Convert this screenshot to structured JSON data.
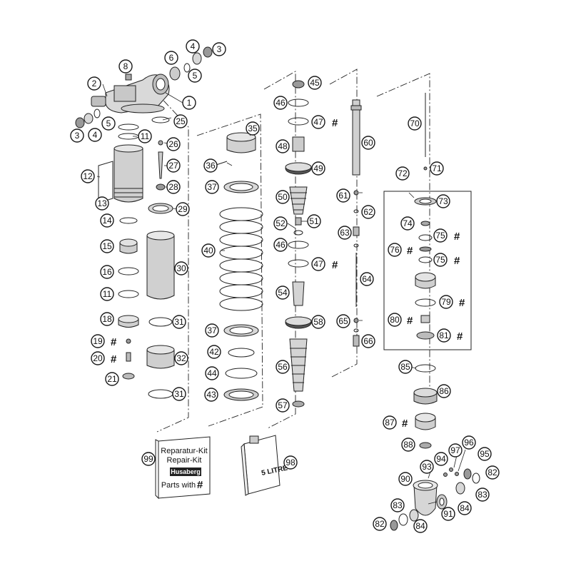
{
  "diagram": {
    "title": "Shock absorber exploded view",
    "kit": {
      "line1": "Reparatur-Kit",
      "line2": "Repair-Kit",
      "brand": "Husaberg",
      "line3": "Parts with",
      "symbol": "#"
    },
    "oil_can": {
      "label": "5 LITRE",
      "side_label": "5 LITRE"
    },
    "hash_symbol": "#",
    "callouts": [
      "1",
      "2",
      "3",
      "3",
      "4",
      "4",
      "5",
      "5",
      "6",
      "8",
      "11",
      "11",
      "12",
      "13",
      "14",
      "15",
      "16",
      "18",
      "19",
      "20",
      "21",
      "25",
      "26",
      "27",
      "28",
      "29",
      "30",
      "31",
      "31",
      "32",
      "35",
      "36",
      "37",
      "37",
      "40",
      "42",
      "43",
      "44",
      "45",
      "46",
      "46",
      "47",
      "47",
      "48",
      "49",
      "50",
      "51",
      "52",
      "54",
      "56",
      "57",
      "58",
      "60",
      "61",
      "62",
      "63",
      "64",
      "65",
      "66",
      "70",
      "71",
      "72",
      "73",
      "74",
      "75",
      "75",
      "76",
      "79",
      "80",
      "81",
      "82",
      "82",
      "83",
      "83",
      "84",
      "84",
      "85",
      "86",
      "87",
      "88",
      "90",
      "91",
      "93",
      "94",
      "95",
      "96",
      "97",
      "98",
      "99"
    ]
  }
}
